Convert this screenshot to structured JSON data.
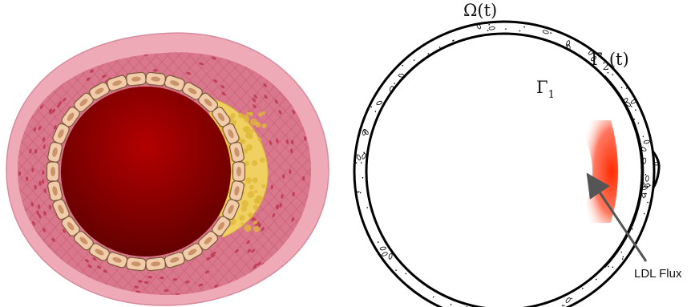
{
  "labels": {
    "omega": "Ω(t)",
    "gamma2_base": "Γ",
    "gamma2_sub": "2",
    "gamma2_arg": "(t)",
    "gamma1_base": "Γ",
    "gamma1_sub": "1",
    "flux": "LDL Flux"
  },
  "colors": {
    "adventitia": "#efaab8",
    "media": "#d9778c",
    "media_line": "#c2566f",
    "media_nucleus": "#c0405a",
    "endothelium_fill": "#f2ccaa",
    "endothelium_stroke": "#7a5a3a",
    "endothelium_nucleus": "#c9946a",
    "plaque": "#f0d060",
    "plaque_dot": "#e0b83a",
    "lumen_outer": "#b30000",
    "lumen_inner": "#6d0000",
    "flux_red": "#ff2a00",
    "outline": "#000000",
    "arrow": "#555555"
  },
  "icons": {
    "artery": "artery-cross-section-illustration",
    "domain": "domain-schematic",
    "arrow": "arrow-icon"
  }
}
